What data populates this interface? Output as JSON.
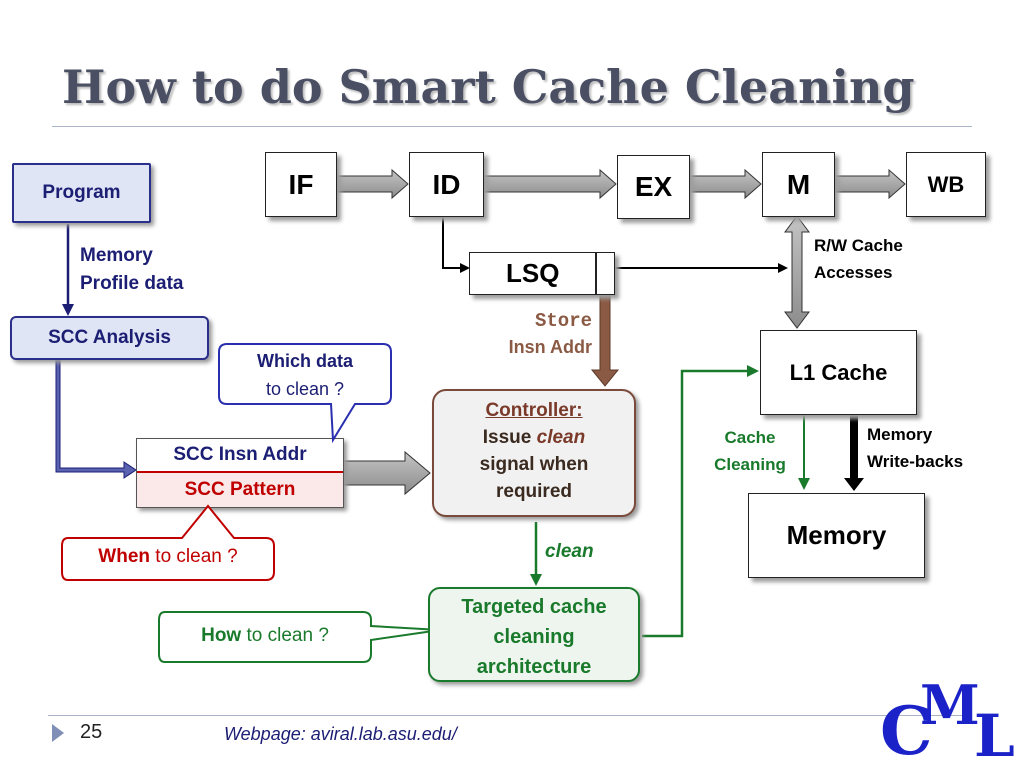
{
  "slide": {
    "title": "How to do Smart Cache Cleaning",
    "page_number": "25",
    "footer_text": "Webpage: aviral.lab.asu.edu/",
    "logo_text": "CML"
  },
  "pipeline": {
    "stages": [
      "IF",
      "ID",
      "EX",
      "M",
      "WB"
    ],
    "lsq": "LSQ",
    "rw_label": [
      "R/W Cache",
      "Accesses"
    ],
    "l1_cache": "L1 Cache",
    "memory": "Memory",
    "writeback_label": [
      "Memory",
      "Write-backs"
    ],
    "cache_cleaning_label": [
      "Cache",
      "Cleaning"
    ],
    "store_label": [
      "Store",
      "Insn Addr"
    ]
  },
  "flow": {
    "program": "Program",
    "profile_label": [
      "Memory",
      "Profile data"
    ],
    "scc_analysis": "SCC Analysis",
    "scc_insn_addr": "SCC Insn Addr",
    "scc_pattern": "SCC Pattern"
  },
  "controller": {
    "heading": "Controller:",
    "line2_prefix": "Issue ",
    "line2_em": "clean",
    "line3": "signal when",
    "line4": "required",
    "clean_label": "clean",
    "targeted": [
      "Targeted cache",
      "cleaning",
      "architecture"
    ]
  },
  "callouts": {
    "which_bold": "Which data",
    "which_rest": "to clean ?",
    "when_bold": "When",
    "when_rest": " to clean ?",
    "how_bold": "How",
    "how_rest": " to clean ?"
  },
  "colors": {
    "title": "#4a4f63",
    "navy": "#1b1e73",
    "red": "#c00000",
    "green": "#1a7a2c",
    "brown": "#8b5a44"
  }
}
